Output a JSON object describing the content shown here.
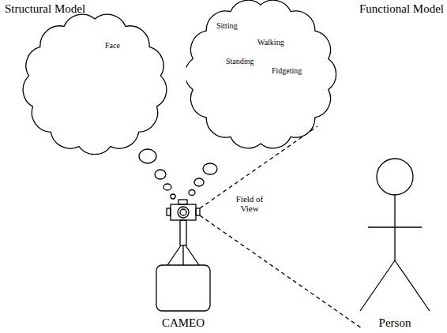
{
  "diagram": {
    "nodes": [
      {
        "text": [
          "Structural Model",
          "Face"
        ]
      },
      {
        "text": [
          "Functional Model",
          "Sitting",
          "Walking",
          "Standing",
          "Fidgeting"
        ]
      }
    ],
    "labels": [
      "Field of View",
      "CAMEO",
      "Person"
    ]
  }
}
